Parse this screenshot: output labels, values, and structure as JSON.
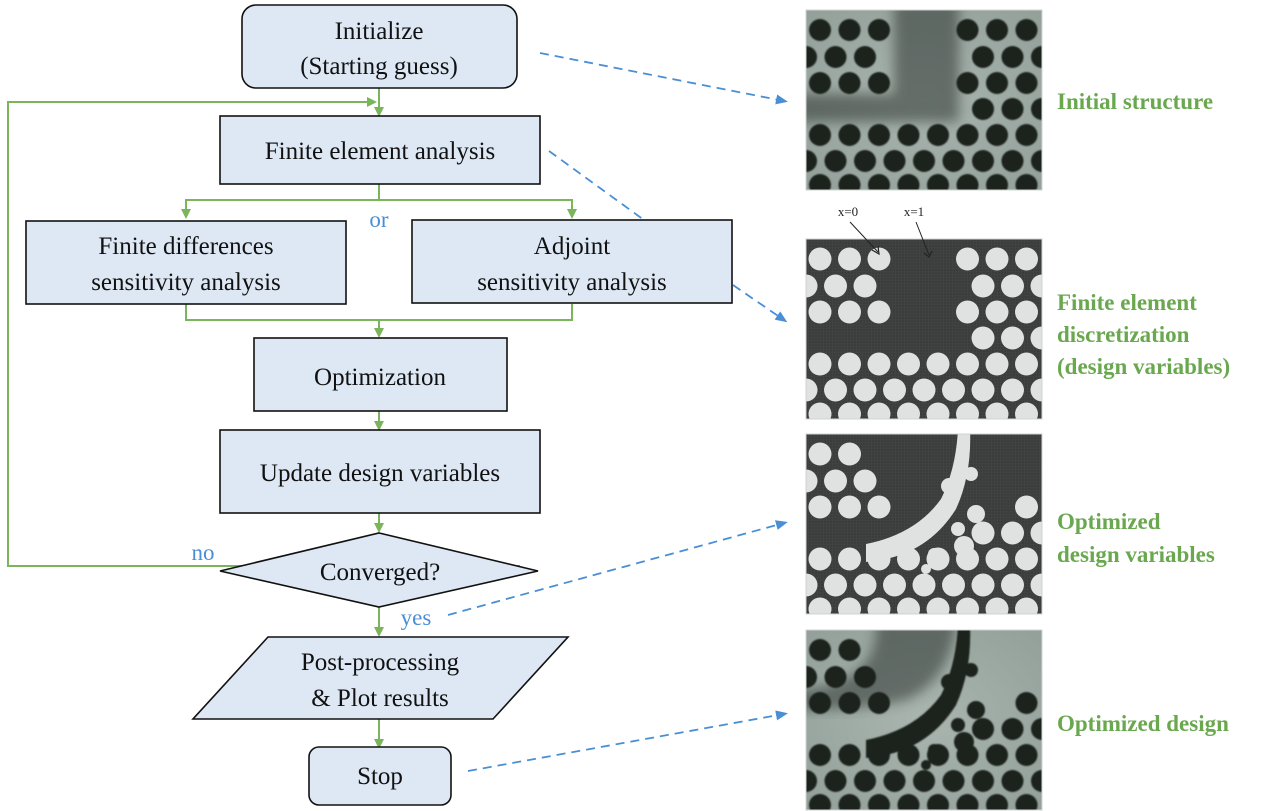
{
  "colors": {
    "node_fill": "#dde8f4",
    "node_stroke": "#111111",
    "flow_arrow": "#7ab55c",
    "reference_arrow": "#4a8fd4",
    "branch_label": "#4a8fd4",
    "caption": "#6aa84f"
  },
  "flowchart": {
    "nodes": [
      {
        "id": "initialize",
        "shape": "rounded-rect",
        "lines": [
          "Initialize",
          "(Starting guess)"
        ]
      },
      {
        "id": "fea",
        "shape": "rect",
        "lines": [
          "Finite element analysis"
        ]
      },
      {
        "id": "fd-sensitivity",
        "shape": "rect",
        "lines": [
          "Finite differences",
          "sensitivity analysis"
        ]
      },
      {
        "id": "adjoint-sensitivity",
        "shape": "rect",
        "lines": [
          "Adjoint",
          "sensitivity analysis"
        ]
      },
      {
        "id": "optimization",
        "shape": "rect",
        "lines": [
          "Optimization"
        ]
      },
      {
        "id": "update",
        "shape": "rect",
        "lines": [
          "Update design variables"
        ]
      },
      {
        "id": "converged",
        "shape": "diamond",
        "lines": [
          "Converged?"
        ]
      },
      {
        "id": "postprocess",
        "shape": "parallelogram",
        "lines": [
          "Post-processing",
          "& Plot results"
        ]
      },
      {
        "id": "stop",
        "shape": "rounded-rect",
        "lines": [
          "Stop"
        ]
      }
    ],
    "branch_labels": {
      "or": "or",
      "no": "no",
      "yes": "yes"
    },
    "edges": [
      {
        "from": "initialize",
        "to": "fea"
      },
      {
        "from": "fea",
        "to": "fd-sensitivity"
      },
      {
        "from": "fea",
        "to": "adjoint-sensitivity"
      },
      {
        "from": "fd-sensitivity",
        "to": "optimization"
      },
      {
        "from": "adjoint-sensitivity",
        "to": "optimization"
      },
      {
        "from": "optimization",
        "to": "update"
      },
      {
        "from": "update",
        "to": "converged"
      },
      {
        "from": "converged",
        "to": "fea",
        "label": "no"
      },
      {
        "from": "converged",
        "to": "postprocess",
        "label": "yes"
      },
      {
        "from": "postprocess",
        "to": "stop"
      }
    ]
  },
  "panels": [
    {
      "id": "initial-structure",
      "caption": [
        "Initial structure"
      ],
      "style": "sem",
      "linked_from": "initialize"
    },
    {
      "id": "fe-discretization",
      "caption": [
        "Finite element",
        "discretization",
        "(design variables)"
      ],
      "style": "discrete",
      "linked_from": "fea",
      "annotations": [
        "x=0",
        "x=1"
      ]
    },
    {
      "id": "optimized-variables",
      "caption": [
        "Optimized",
        "design variables"
      ],
      "style": "discrete-optimized",
      "linked_from": "converged"
    },
    {
      "id": "optimized-design",
      "caption": [
        "Optimized design"
      ],
      "style": "sem-optimized",
      "linked_from": "stop"
    }
  ]
}
